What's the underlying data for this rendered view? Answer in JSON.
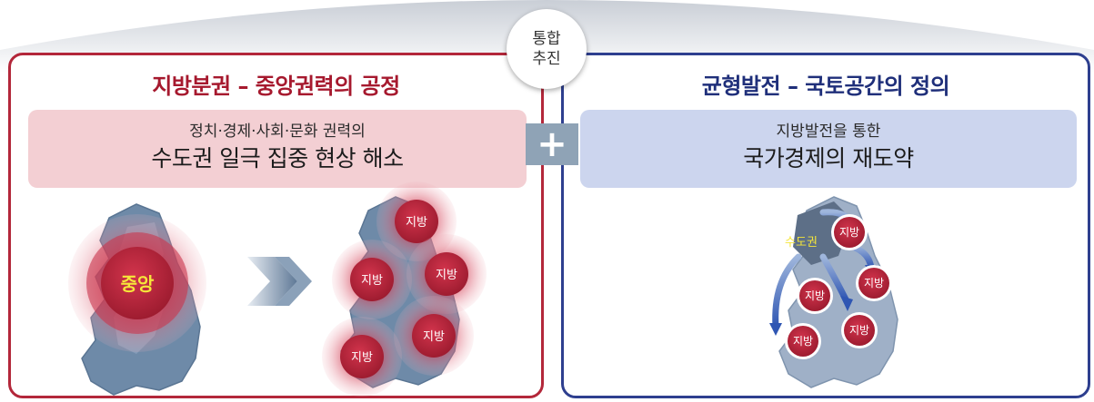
{
  "badge": {
    "line1": "통합",
    "line2": "추진"
  },
  "left": {
    "title": "지방분권 – 중앙권력의 공정",
    "sub_line1": "정치·경제·사회·문화 권력의",
    "sub_line2": "수도권 일극 집중 현상 해소",
    "center_label": "중앙",
    "region_label": "지방"
  },
  "right": {
    "title": "균형발전 – 국토공간의 정의",
    "sub_line1": "지방발전을 통한",
    "sub_line2": "국가경제의 재도약",
    "capital_label": "수도권",
    "region_label": "지방"
  },
  "connector": {
    "symbol": "+"
  },
  "colors": {
    "red": "#b3273a",
    "navy": "#2e3f8f",
    "left_box": "#f3cfd3",
    "right_box": "#ccd5ee",
    "connector": "#8fa3b6",
    "node": "#b8283f",
    "capital_text": "#f5e63a"
  },
  "icons": [
    "korea-map-icon",
    "double-chevron-arrow-icon",
    "plus-icon",
    "curved-arrow-icon"
  ]
}
